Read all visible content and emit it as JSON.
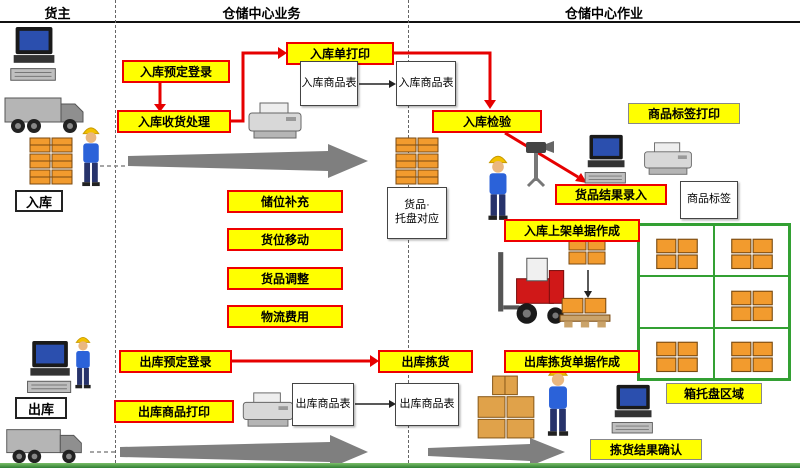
{
  "header": {
    "owner": "货主",
    "center_business": "仓储中心业务",
    "center_operations": "仓储中心作业"
  },
  "side_labels": {
    "inbound": "入库",
    "outbound": "出库"
  },
  "boxes": {
    "inbound_reserve": "入库预定登录",
    "inbound_receive": "入库收货处理",
    "inbound_order_print": "入库单打印",
    "inbound_inspect": "入库检验",
    "product_label_print": "商品标签打印",
    "result_entry": "货品结果录入",
    "shelving_doc_create": "入库上架单据作成",
    "storage_replenish": "储位补充",
    "location_move": "货位移动",
    "goods_adjust": "货品调整",
    "logistics_cost": "物流费用",
    "outbound_reserve": "出库预定登录",
    "outbound_goods_print": "出库商品打印",
    "outbound_pick": "出库拣货",
    "picking_doc_create": "出库拣货单据作成",
    "pick_confirm": "拣货结果确认",
    "box_pallet_area": "箱托盘区域"
  },
  "documents": {
    "inbound_goods_list": "入库商品表",
    "outbound_goods_list": "出库商品表",
    "product_label": "商品标签",
    "pallet_map_line1": "货品·",
    "pallet_map_line2": "托盘对应"
  },
  "colors": {
    "process_fill": "#ffff00",
    "process_border": "#ee0000",
    "arrow_red": "#e60000",
    "arrow_gray": "#7f7f7f",
    "grid_green": "#33a033",
    "pallet_orange": "#f29b2e"
  }
}
